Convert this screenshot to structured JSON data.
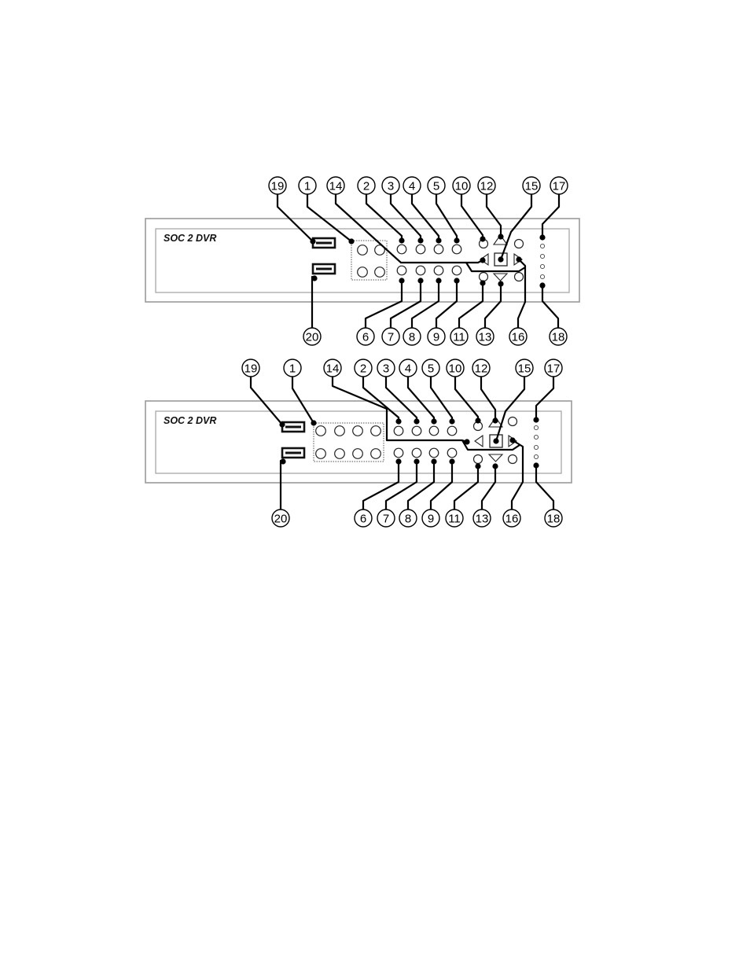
{
  "panels": [
    {
      "id": "panel_a",
      "brand_label": "SOC 2 DVR",
      "variant": "four-channel",
      "callouts_top": [
        "19",
        "1",
        "14",
        "2",
        "3",
        "4",
        "5",
        "10",
        "12",
        "15",
        "17"
      ],
      "callouts_bottom": [
        "20",
        "6",
        "7",
        "8",
        "9",
        "11",
        "13",
        "16",
        "18"
      ]
    },
    {
      "id": "panel_b",
      "brand_label": "SOC 2 DVR",
      "variant": "eight-channel",
      "callouts_top": [
        "19",
        "1",
        "14",
        "2",
        "3",
        "4",
        "5",
        "10",
        "12",
        "15",
        "17"
      ],
      "callouts_bottom": [
        "20",
        "6",
        "7",
        "8",
        "9",
        "11",
        "13",
        "16",
        "18"
      ]
    }
  ]
}
